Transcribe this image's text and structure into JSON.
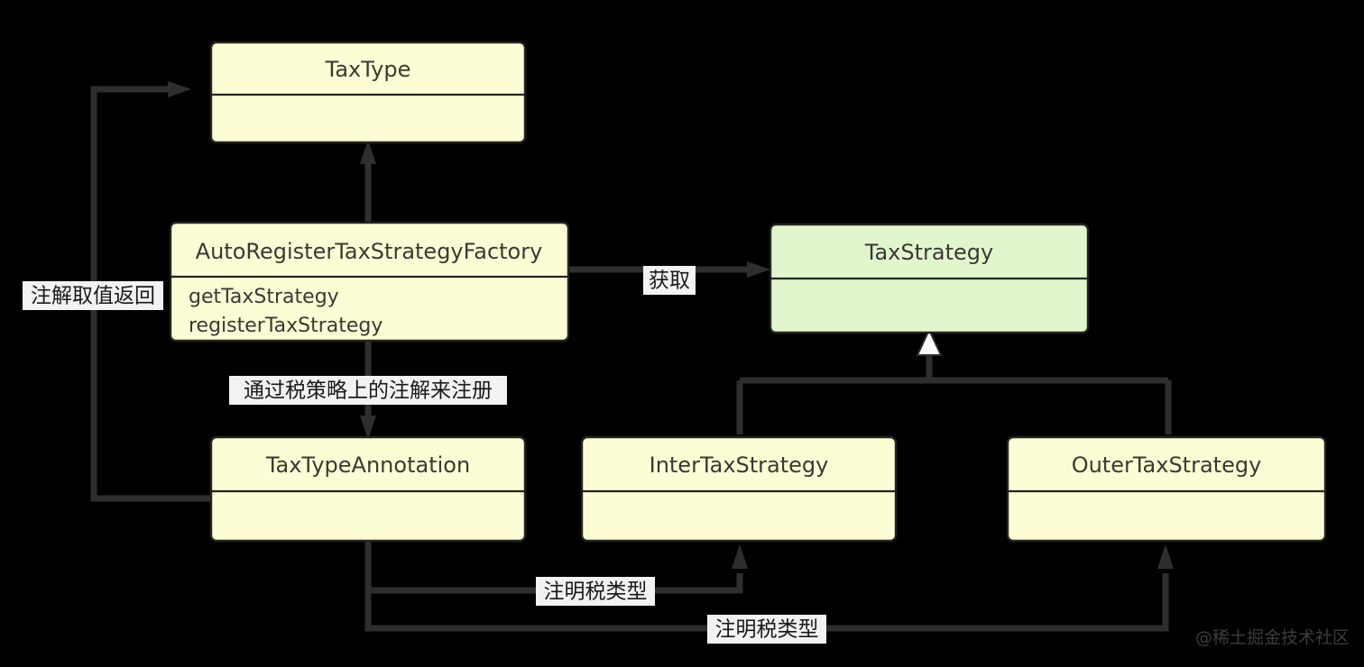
{
  "diagram": {
    "kind": "uml-class-diagram",
    "background_color": "#000000",
    "line_color": "#2e2e2e",
    "class_fill_yellow": "#fcfcd5",
    "class_fill_green": "#e2f6ce",
    "class_border_color": "#23241f",
    "label_bg_color": "#f2f2f2",
    "label_text_color": "#1a1a1a"
  },
  "classes": {
    "tax_type": {
      "name": "TaxType",
      "members": [],
      "fill": "#fcfcd5"
    },
    "factory": {
      "name": "AutoRegisterTaxStrategyFactory",
      "members": [
        "getTaxStrategy",
        "registerTaxStrategy"
      ],
      "fill": "#fcfcd5"
    },
    "tax_strategy": {
      "name": "TaxStrategy",
      "members": [],
      "fill": "#e2f6ce"
    },
    "tax_type_annotation": {
      "name": "TaxTypeAnnotation",
      "members": [],
      "fill": "#fcfcd5"
    },
    "inter_tax_strategy": {
      "name": "InterTaxStrategy",
      "members": [],
      "fill": "#fcfcd5"
    },
    "outer_tax_strategy": {
      "name": "OuterTaxStrategy",
      "members": [],
      "fill": "#fcfcd5"
    }
  },
  "edge_labels": {
    "annotation_value_return": "注解取值返回",
    "acquire": "获取",
    "register_via_annotation": "通过税策略上的注解来注册",
    "declare_tax_type_inter": "注明税类型",
    "declare_tax_type_outer": "注明税类型"
  },
  "watermark": {
    "text": "@稀土掘金技术社区"
  }
}
